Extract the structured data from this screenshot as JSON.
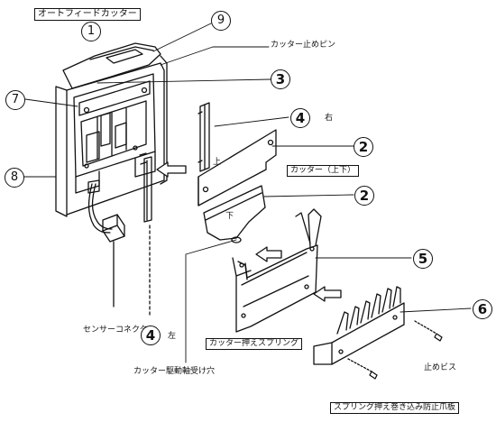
{
  "title": "オートフィードカッター",
  "title_number": "1",
  "labels": {
    "cutter_stop_pin": "カッター止めピン",
    "cutter_updown": "カッター（上下）",
    "upper": "上",
    "lower": "下",
    "right": "右",
    "left": "左",
    "cutter_press_spring": "カッター押えスプリング",
    "sensor_connector": "センサーコネクター",
    "cutter_drive_shaft_hole": "カッター駆動軸受け穴",
    "stop_screw": "止めビス",
    "spring_press_guard": "スプリング押え巻き込み防止爪板"
  },
  "callouts": {
    "n9": "9",
    "n3": "3",
    "n4_right": "4",
    "n7": "7",
    "n2_top": "2",
    "n2_bottom": "2",
    "n8": "8",
    "n5": "5",
    "n6": "6",
    "n4_left": "4"
  }
}
